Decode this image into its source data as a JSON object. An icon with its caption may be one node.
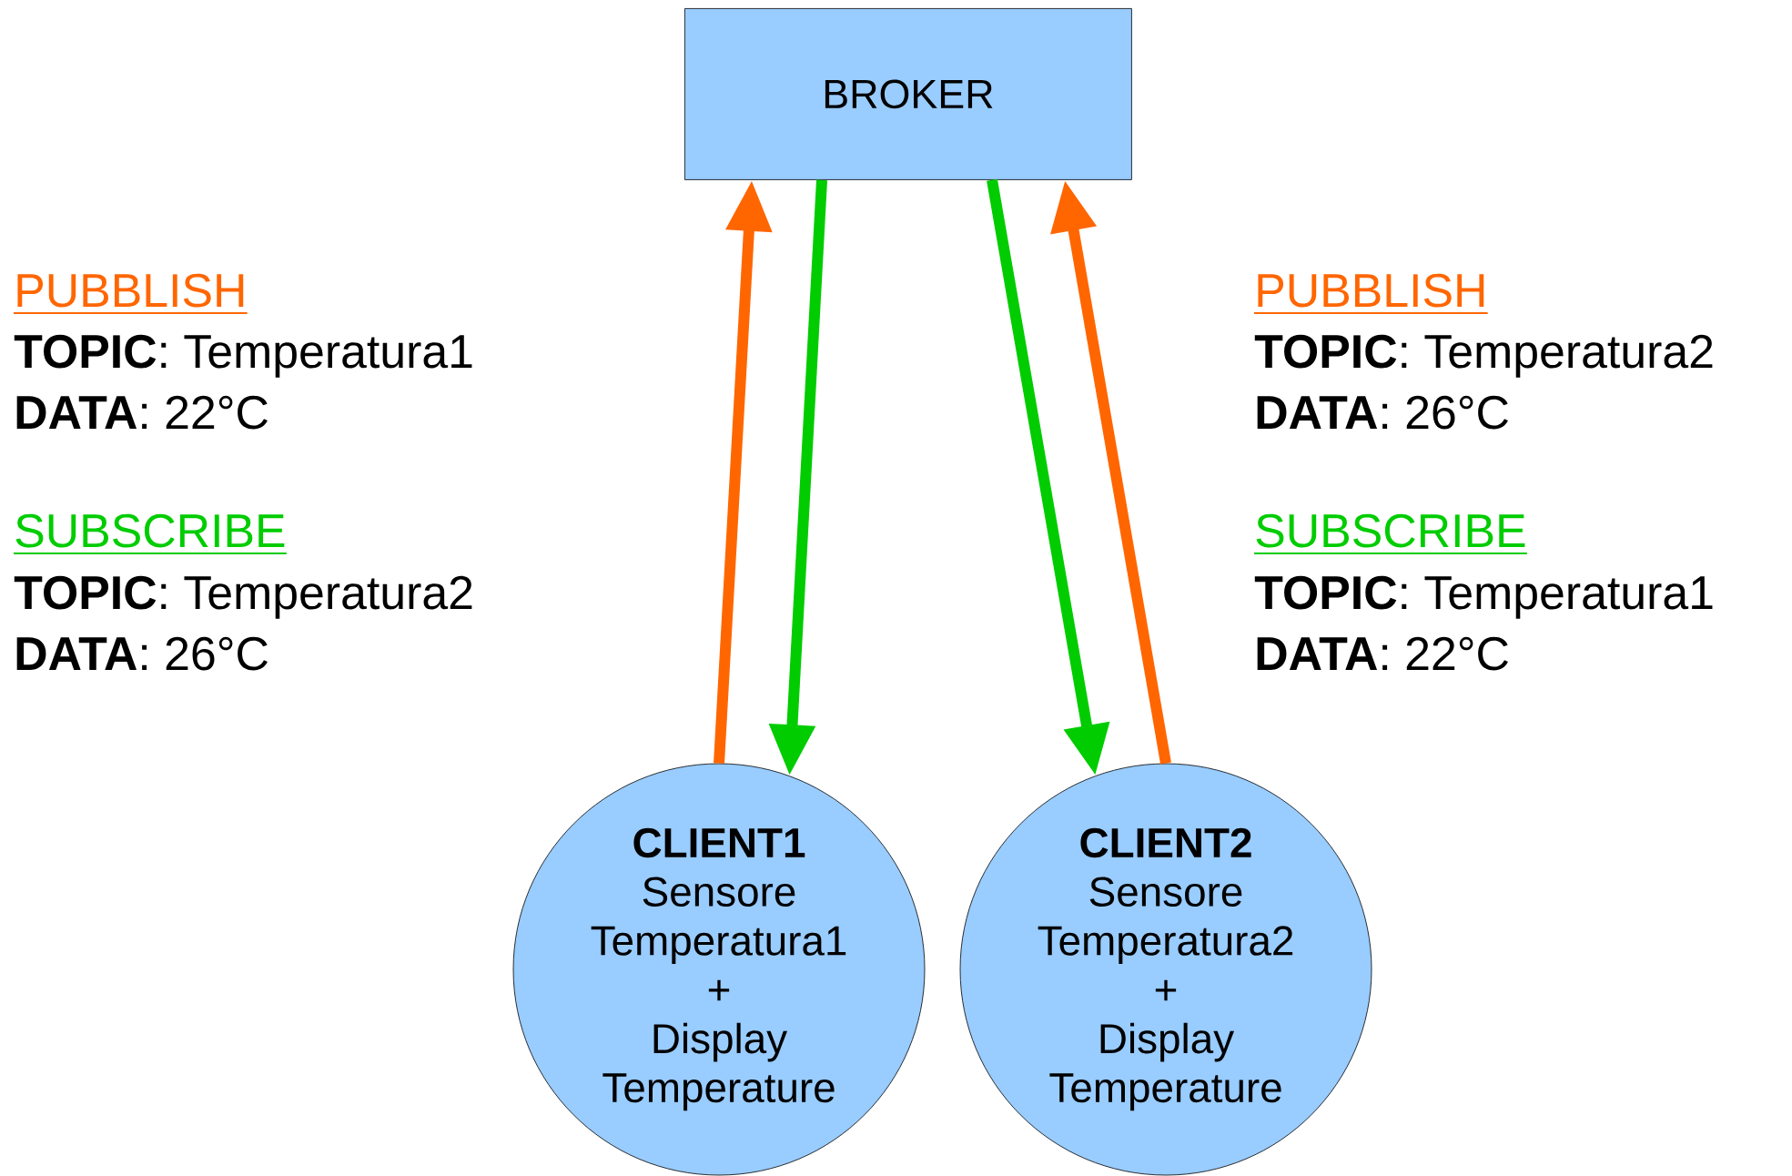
{
  "diagram": {
    "nodes": [
      {
        "text": [
          "BROKER"
        ]
      },
      {
        "text": [
          "CLIENT1",
          "Sensore Temperatura1",
          "+",
          "Display Temperature"
        ]
      },
      {
        "text": [
          "CLIENT2",
          "Sensore Temperatura2",
          "+",
          "Display Temperature"
        ]
      }
    ],
    "edges": [
      {
        "from": 1,
        "to": 0,
        "arrow": "to",
        "color": "#ff6600"
      },
      {
        "from": 0,
        "to": 1,
        "arrow": "to",
        "color": "#00cc00"
      },
      {
        "from": 0,
        "to": 2,
        "arrow": "to",
        "color": "#00cc00"
      },
      {
        "from": 2,
        "to": 0,
        "arrow": "to",
        "color": "#ff6600"
      }
    ],
    "labels": [
      "PUBBLISH",
      "**TOPIC**: Temperatura1",
      "**DATA**: 22°C",
      "SUBSCRIBE",
      "**TOPIC**: Temperatura2",
      "**DATA**: 26°C",
      "PUBBLISH",
      "**TOPIC**: Temperatura2",
      "**DATA**: 26°C",
      "SUBSCRIBE",
      "**TOPIC**: Temperatura1",
      "**DATA**: 22°C"
    ]
  }
}
